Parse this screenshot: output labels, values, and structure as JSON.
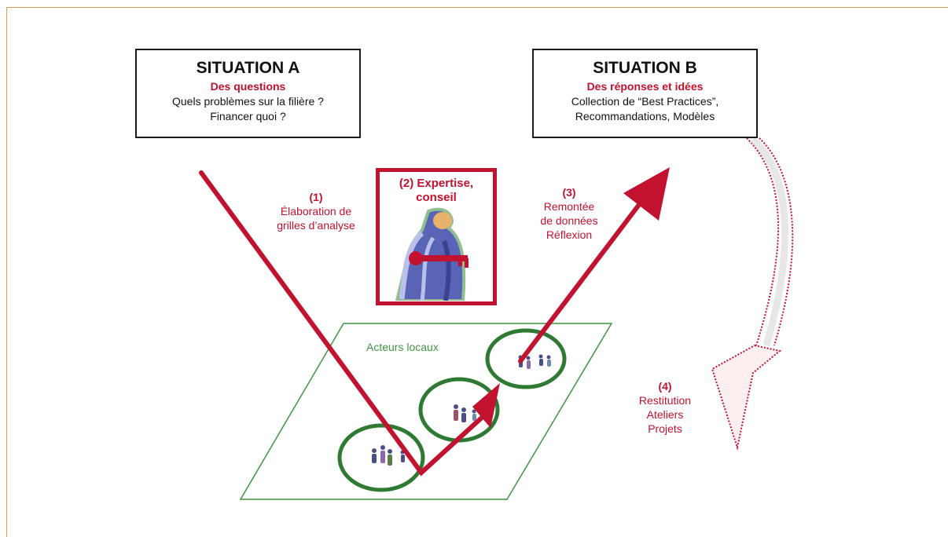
{
  "situation_a": {
    "title": "SITUATION A",
    "subtitle": "Des questions",
    "line1": "Quels problèmes sur la filière ?",
    "line2": "Financer quoi ?"
  },
  "situation_b": {
    "title": "SITUATION B",
    "subtitle": "Des réponses et idées",
    "line1": "Collection de “Best Practices”,",
    "line2": "Recommandations, Modèles"
  },
  "step1": {
    "number": "(1)",
    "line1": "Élaboration de",
    "line2": "grilles d’analyse"
  },
  "step2": {
    "line1": "(2) Expertise,",
    "line2": "conseil"
  },
  "step3": {
    "number": "(3)",
    "line1": "Remontée",
    "line2": "de données",
    "line3": "Réflexion"
  },
  "step4": {
    "number": "(4)",
    "line1": "Restitution",
    "line2": "Ateliers",
    "line3": "Projets"
  },
  "acteurs": "Acteurs locaux",
  "colors": {
    "accent_red": "#c1122f",
    "green": "#3f9640",
    "frame_orange": "#e39a57"
  }
}
